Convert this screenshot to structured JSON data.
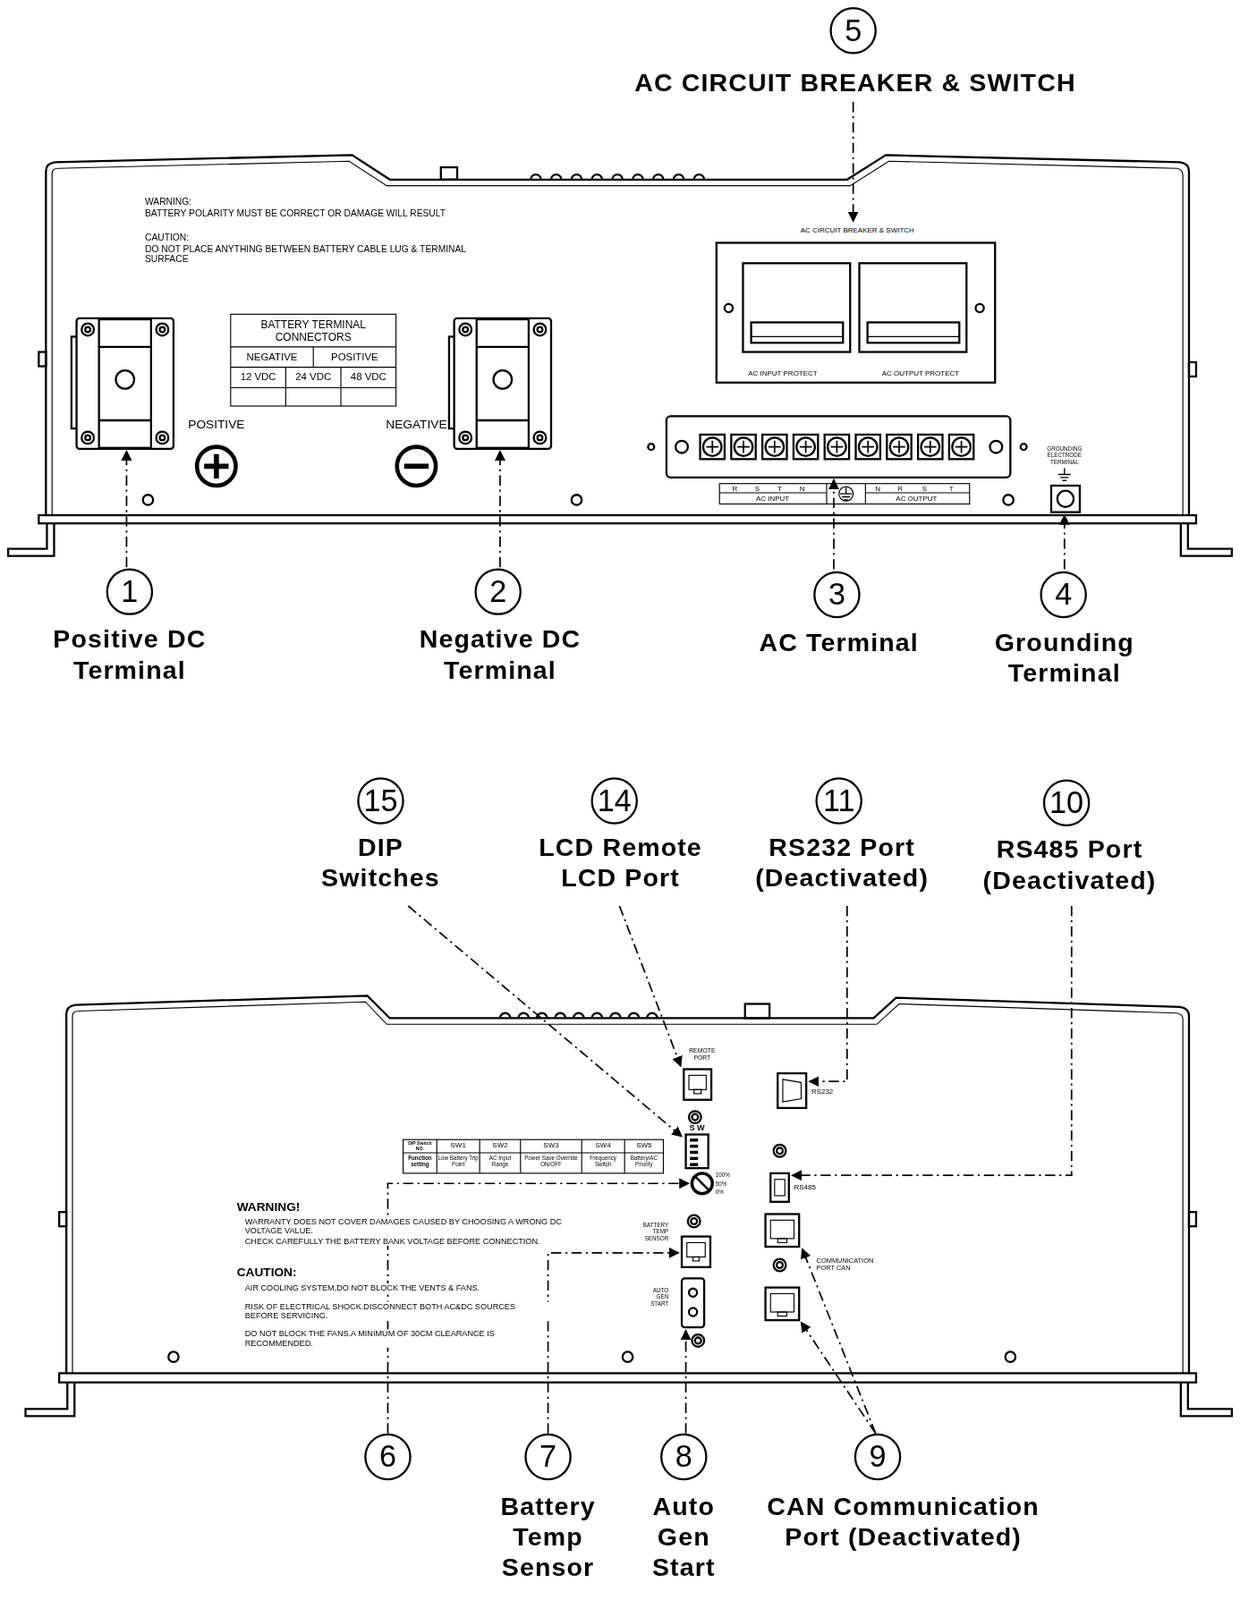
{
  "diagram": {
    "nodes": [
      {
        "text": [
          "5",
          "AC CIRCUIT BREAKER & SWITCH"
        ]
      },
      {
        "text": [
          "1",
          "Positive DC Terminal"
        ]
      },
      {
        "text": [
          "2",
          "Negative DC Terminal"
        ]
      },
      {
        "text": [
          "3",
          "AC Terminal"
        ]
      },
      {
        "text": [
          "4",
          "Grounding Terminal"
        ]
      },
      {
        "text": [
          "15",
          "DIP Switches"
        ]
      },
      {
        "text": [
          "14",
          "LCD Remote LCD Port"
        ]
      },
      {
        "text": [
          "11",
          "RS232 Port (Deactivated)"
        ]
      },
      {
        "text": [
          "10",
          "RS485 Port (Deactivated)"
        ]
      },
      {
        "text": [
          "6"
        ]
      },
      {
        "text": [
          "7",
          "Battery Temp Sensor"
        ]
      },
      {
        "text": [
          "8",
          "Auto Gen Start"
        ]
      },
      {
        "text": [
          "9",
          "CAN Communication Port (Deactivated)"
        ]
      }
    ],
    "labels": [
      "WARNING:",
      "BATTERY POLARITY MUST BE CORRECT OR DAMAGE WILL RESULT",
      "CAUTION:",
      "DO NOT PLACE ANYTHING BETWEEN BATTERY CABLE LUG & TERMINAL SURFACE",
      "BATTERY TERMINAL CONNECTORS",
      "NEGATIVE",
      "POSITIVE",
      "12 VDC",
      "24 VDC",
      "48 VDC",
      "POSITIVE",
      "NEGATIVE",
      "AC CIRCUIT BREAKER & SWITCH",
      "AC INPUT PROTECT",
      "AC OUTPUT PROTECT",
      "R",
      "S",
      "T",
      "N",
      "AC INPUT",
      "N",
      "R",
      "S",
      "T",
      "AC OUTPUT",
      "GROUNDING ELECTRODE TERMINAL",
      "REMOTE PORT",
      "S W",
      "DIP Switch NO.",
      "SW1",
      "SW2",
      "SW3",
      "SW4",
      "SW5",
      "Function setting",
      "Low Battery Trip Point",
      "AC Input Range",
      "Power Save Override ON/OFF",
      "Frequency Switch",
      "Battery/AC Priority",
      "100%",
      "50%",
      "0%",
      "WARNING!",
      "WARRANTY DOES NOT COVER DAMAGES CAUSED BY CHOOSING A WRONG DC VOLTAGE VALUE.",
      "CHECK CAREFULLY THE BATTERY BANK VOLTAGE BEFORE CONNECTION.",
      "CAUTION:",
      "AIR COOLING SYSTEM,DO NOT BLOCK THE VENTS & FANS.",
      "RISK OF ELECTRICAL SHOCK.DISCONNECT BOTH AC&DC SOURCES BEFORE SERVICING.",
      "DO NOT BLOCK THE FANS.A MINIMUM OF 30CM CLEARANCE IS RECOMMENDED.",
      "BATTERY TEMP SENSOR",
      "AUTO GEN START",
      "RS232",
      "RS485",
      "COMMUNICATION PORT CAN"
    ]
  }
}
